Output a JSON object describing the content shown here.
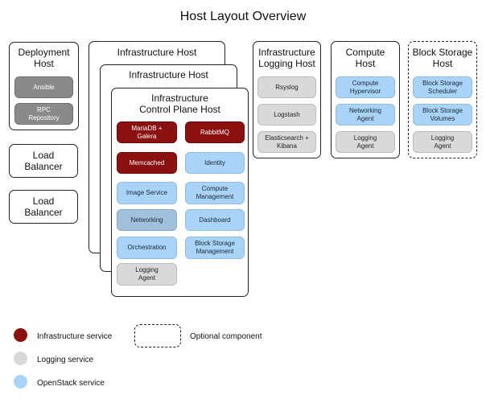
{
  "title": "Host Layout Overview",
  "colors": {
    "infrastructure": "#8b1010",
    "logging": "#d9d9d9",
    "openstack": "#a9d3f7"
  },
  "deployment": {
    "title": "Deployment\nHost",
    "services": [
      "Ansible",
      "RPC\nRepository"
    ]
  },
  "load_balancers": [
    "Load\nBalancer",
    "Load\nBalancer"
  ],
  "infra_hosts": [
    "Infrastructure Host",
    "Infrastructure Host"
  ],
  "control_plane": {
    "title": "Infrastructure\nControl Plane Host",
    "services": {
      "mariadb": "MariaDB +\nGalera",
      "rabbitmq": "RabbitMQ",
      "memcached": "Memcached",
      "identity": "Identity",
      "image": "Image Service",
      "compute_mgmt": "Compute\nManagement",
      "networking": "Networking",
      "dashboard": "Dashboard",
      "orchestration": "Orchestration",
      "block_mgmt": "Block Storage\nManagement",
      "logging_agent": "Logging\nAgent"
    }
  },
  "logging_host": {
    "title": "Infrastructure\nLogging Host",
    "services": [
      "Rsyslog",
      "Logstash",
      "Elasticsearch +\nKibana"
    ]
  },
  "compute_host": {
    "title": "Compute\nHost",
    "services": [
      "Compute\nHypervisor",
      "Networking\nAgent",
      "Logging\nAgent"
    ]
  },
  "block_host": {
    "title": "Block Storage\nHost",
    "services": [
      "Block Storage\nScheduler",
      "Block Storage\nVolumes",
      "Logging\nAgent"
    ]
  },
  "legend": {
    "infrastructure": "Infrastructure service",
    "optional": "Optional component",
    "logging": "Logging service",
    "openstack": "OpenStack service"
  }
}
